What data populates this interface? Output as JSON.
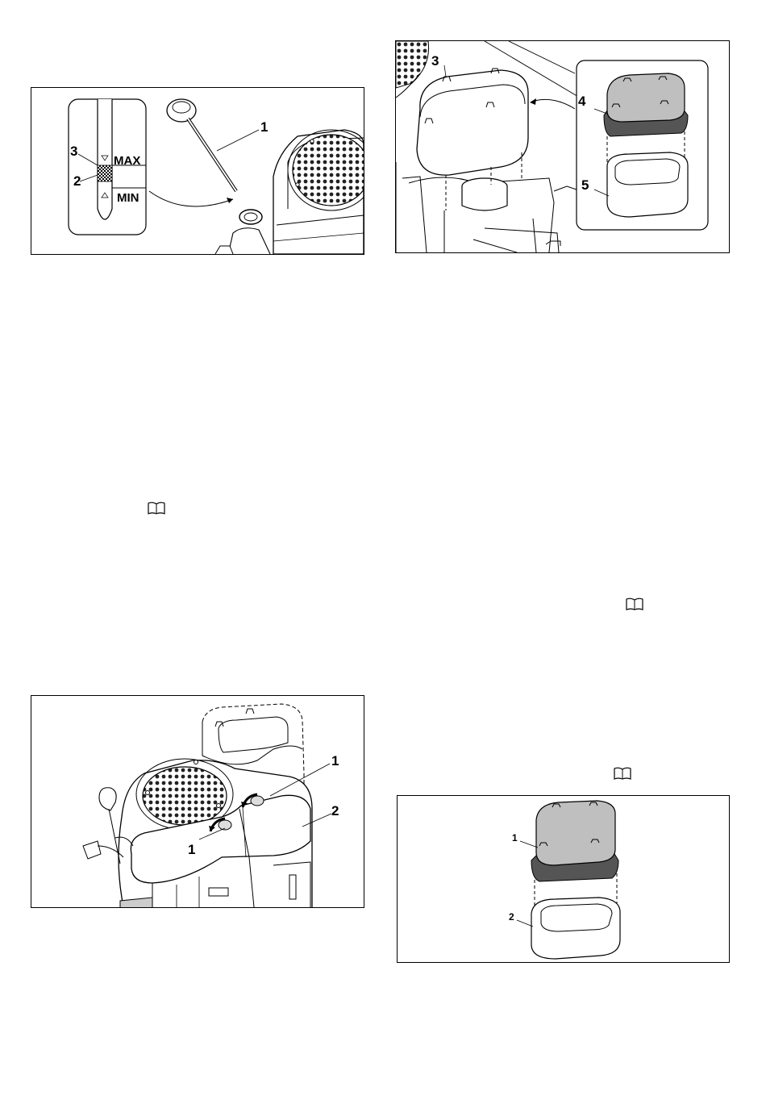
{
  "figure_dipstick": {
    "callouts": {
      "dipstick": "1",
      "level_zone": "2",
      "max_mark": "3"
    },
    "max_label": "MAX",
    "min_label": "MIN"
  },
  "figure_airfilter_housing": {
    "callouts": {
      "cover": "3",
      "paper_element": "4",
      "foam_element": "5"
    }
  },
  "figure_engine_cover": {
    "callouts": {
      "knob_upper": "1",
      "knob_lower": "1",
      "cover": "2"
    }
  },
  "figure_filter_elements": {
    "callouts": {
      "paper_element": "1",
      "foam_element": "2"
    }
  },
  "icons": {
    "manual_reference": "book-icon"
  }
}
